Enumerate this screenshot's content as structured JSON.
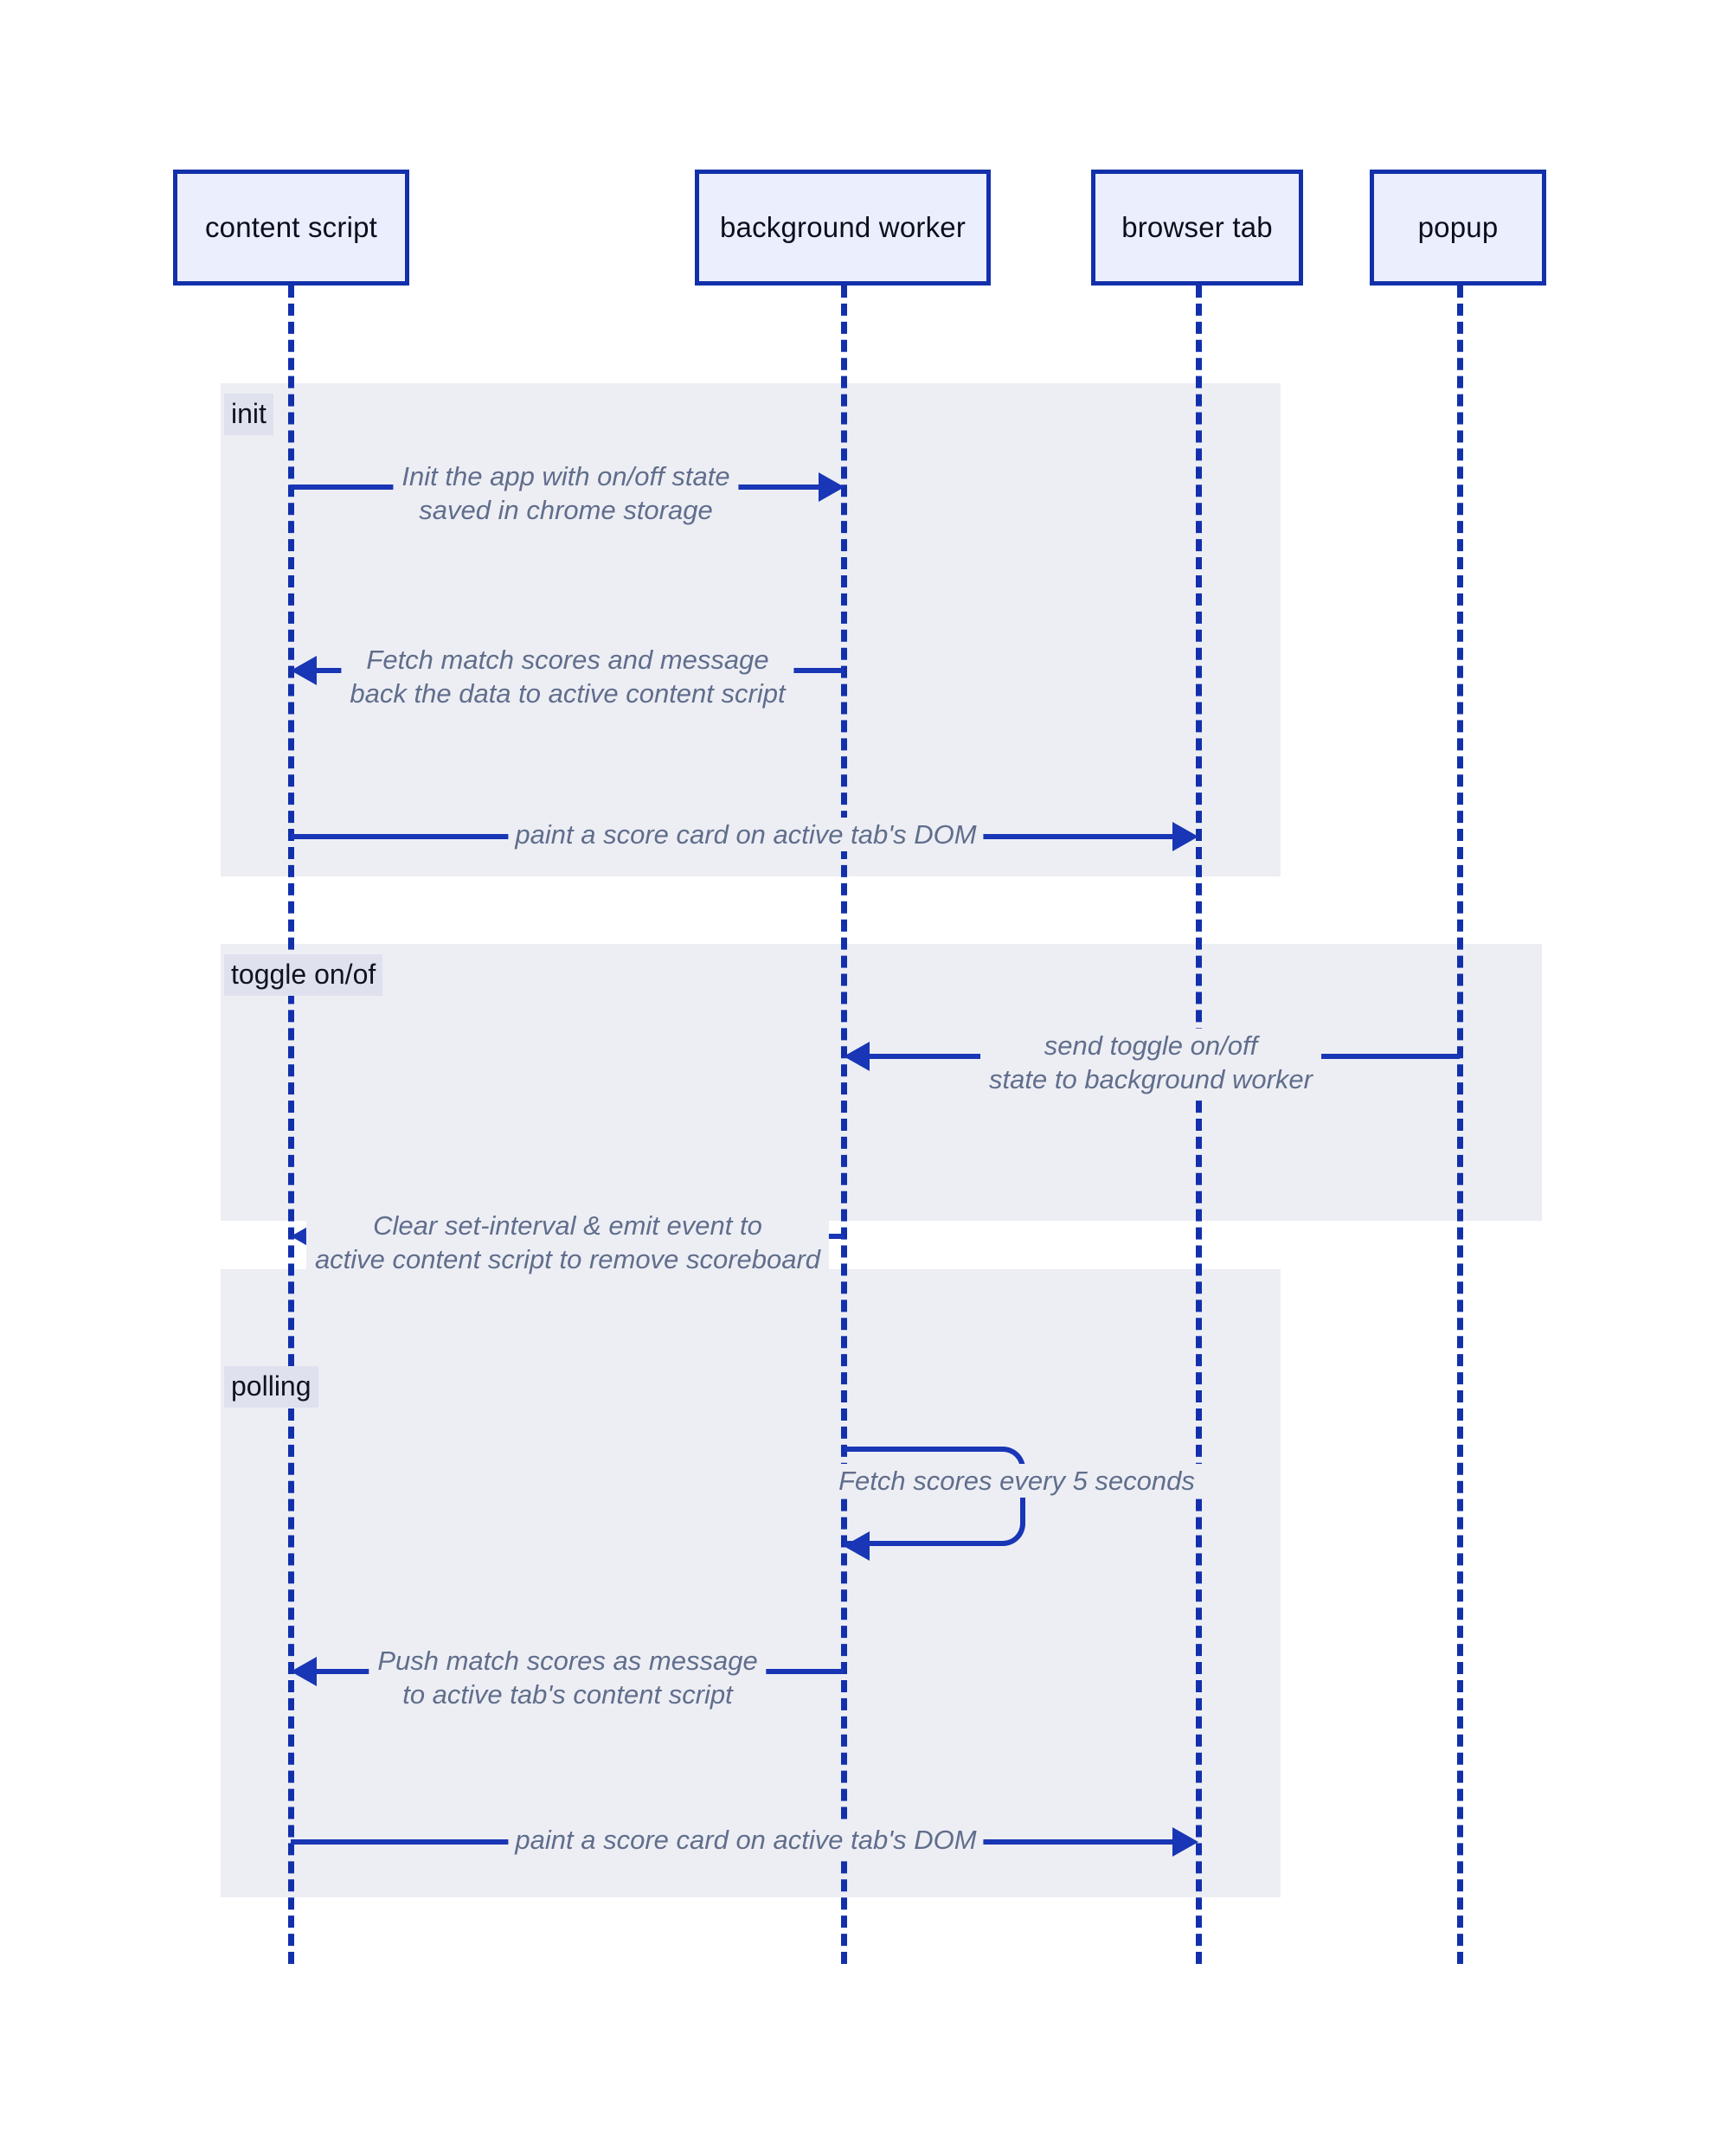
{
  "diagram": {
    "type": "sequence-diagram",
    "colors": {
      "participant_fill": "#ebeefc",
      "participant_border": "#1230ab",
      "lifeline": "#1230ab",
      "fragment_background": "#edeef4",
      "fragment_label_background": "#dfe1ee",
      "message_line": "#1836b5",
      "message_text": "#606e8c",
      "page_background": "#ffffff"
    },
    "participants": [
      {
        "id": "content",
        "label": "content script"
      },
      {
        "id": "background",
        "label": "background worker"
      },
      {
        "id": "tab",
        "label": "browser tab"
      },
      {
        "id": "popup",
        "label": "popup"
      }
    ],
    "fragments": [
      {
        "id": "init",
        "label": "init"
      },
      {
        "id": "toggle",
        "label": "toggle on/of"
      },
      {
        "id": "polling",
        "label": "polling"
      }
    ],
    "messages": [
      {
        "id": "m1",
        "fragment": "init",
        "from": "content",
        "to": "background",
        "direction": "right",
        "text": "Init the app with on/off state\nsaved in chrome storage"
      },
      {
        "id": "m2",
        "fragment": "init",
        "from": "background",
        "to": "content",
        "direction": "left",
        "text": "Fetch match scores and message\nback the data to active content script"
      },
      {
        "id": "m3",
        "fragment": "init",
        "from": "content",
        "to": "tab",
        "direction": "right",
        "text": "paint a score card on active tab's DOM"
      },
      {
        "id": "m4",
        "fragment": "toggle",
        "from": "popup",
        "to": "background",
        "direction": "left",
        "text": "send toggle on/off\nstate to background worker"
      },
      {
        "id": "m5",
        "fragment": "toggle",
        "from": "background",
        "to": "content",
        "direction": "left",
        "text": "Clear set-interval & emit event to\nactive content script to remove scoreboard"
      },
      {
        "id": "m6",
        "fragment": "polling",
        "from": "background",
        "to": "background",
        "direction": "self",
        "text": "Fetch scores every 5 seconds"
      },
      {
        "id": "m7",
        "fragment": "polling",
        "from": "background",
        "to": "content",
        "direction": "left",
        "text": "Push match scores as message\nto active tab's content script"
      },
      {
        "id": "m8",
        "fragment": "polling",
        "from": "content",
        "to": "tab",
        "direction": "right",
        "text": "paint a score card on active tab's DOM"
      }
    ]
  }
}
